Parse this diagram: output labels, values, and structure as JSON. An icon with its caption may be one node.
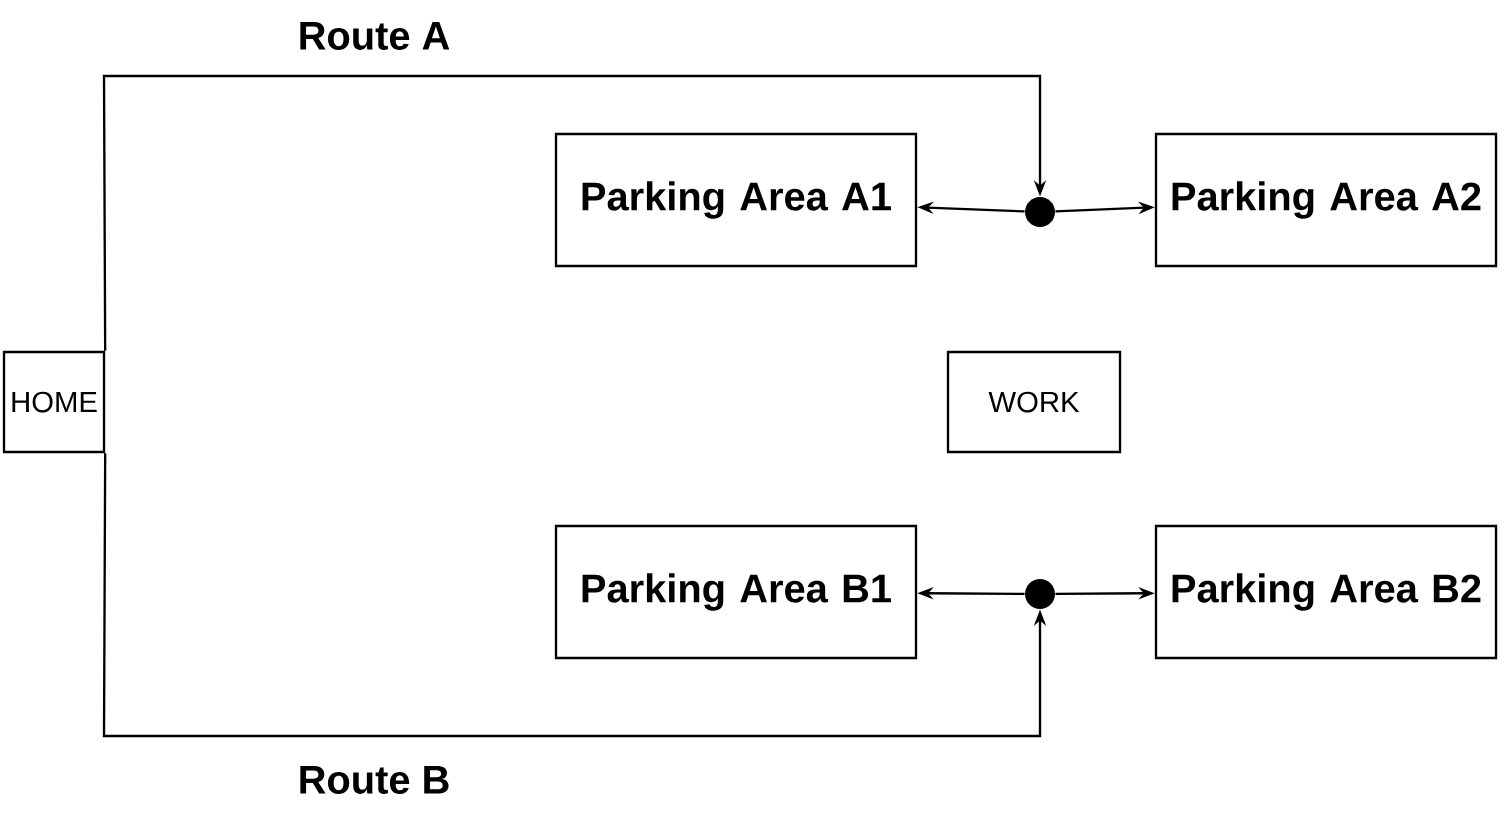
{
  "diagram": {
    "nodes": [
      {
        "text": [
          "Parking Area A1"
        ]
      },
      {
        "text": [],
        "shape": "circle"
      },
      {
        "text": [
          "Parking Area A2"
        ]
      },
      {
        "text": [
          "HOME"
        ]
      },
      {
        "text": [
          "WORK"
        ]
      },
      {
        "text": [
          "Parking Area B1"
        ]
      },
      {
        "text": [],
        "shape": "circle"
      },
      {
        "text": [
          "Parking Area B2"
        ]
      }
    ],
    "edges": [
      {
        "from": 3,
        "to": 1,
        "arrow": "to",
        "label": "Route A"
      },
      {
        "from": 1,
        "to": 0,
        "arrow": "to"
      },
      {
        "from": 1,
        "to": 2,
        "arrow": "to"
      },
      {
        "from": 3,
        "to": 6,
        "arrow": "to",
        "label": "Route B"
      },
      {
        "from": 6,
        "to": 5,
        "arrow": "to"
      },
      {
        "from": 6,
        "to": 7,
        "arrow": "to"
      }
    ]
  }
}
